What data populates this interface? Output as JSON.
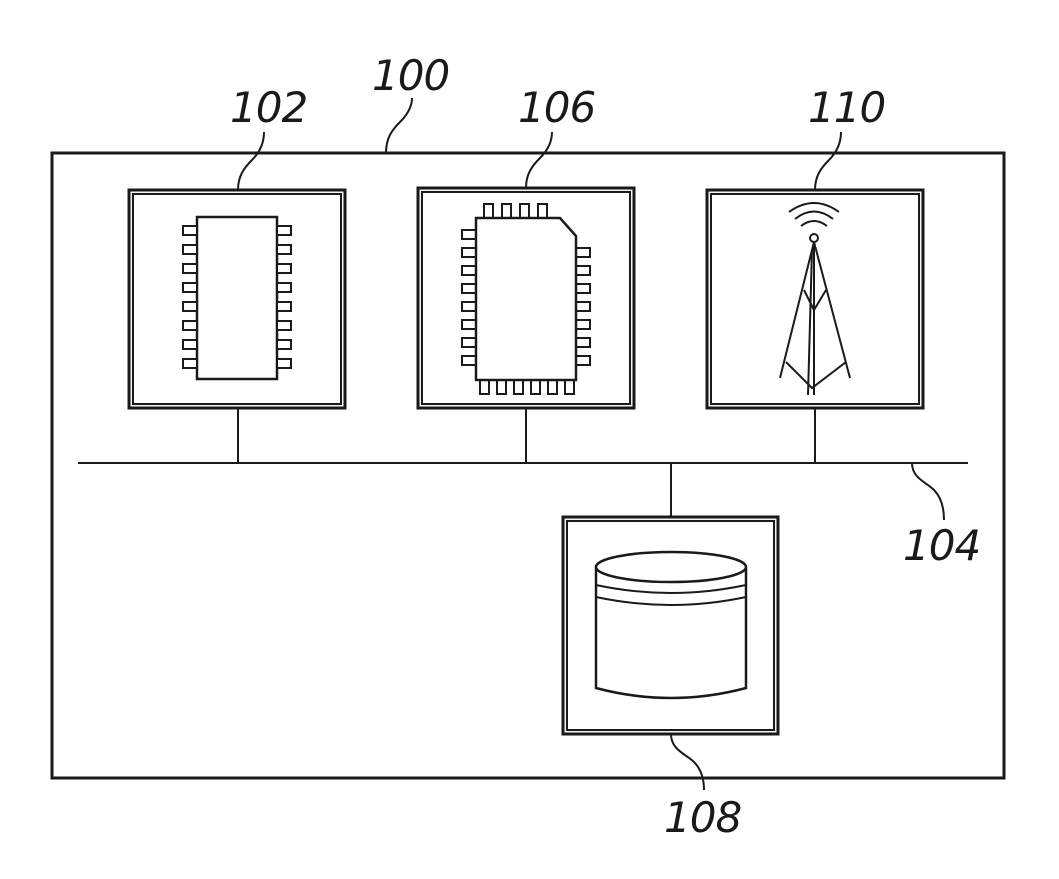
{
  "labels": {
    "system": "100",
    "processor": "102",
    "bus": "104",
    "memory": "106",
    "storage": "108",
    "antenna": "110"
  },
  "icons": {
    "processor": "processor-chip-icon",
    "memory": "memory-chip-icon",
    "antenna": "antenna-tower-icon",
    "storage": "storage-cylinder-icon"
  },
  "colors": {
    "line": "#1a1a1a",
    "frame_fill": "#f4f4f4",
    "background": "#ffffff"
  }
}
